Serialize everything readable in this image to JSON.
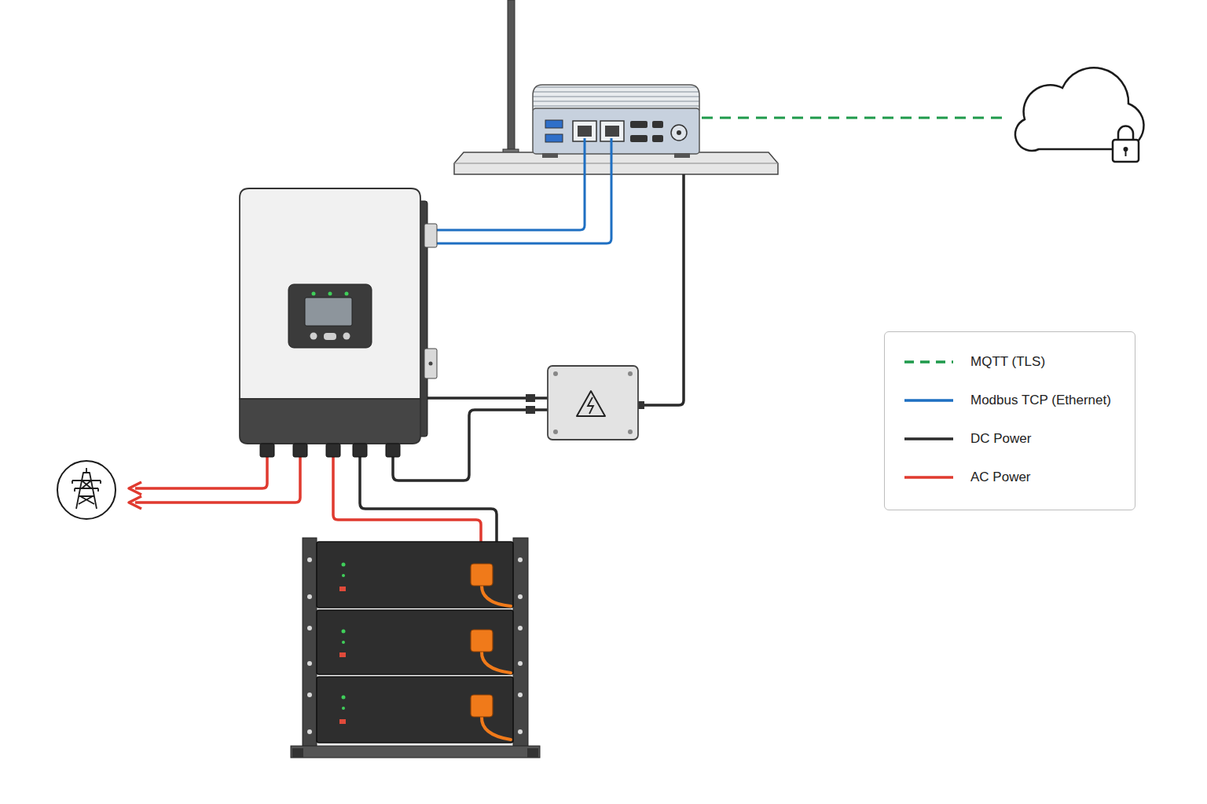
{
  "diagram": {
    "legend": [
      {
        "text": "MQTT (TLS)"
      },
      {
        "text": "Modbus TCP (Ethernet)"
      },
      {
        "text": "DC Power"
      },
      {
        "text": "AC Power"
      }
    ]
  }
}
